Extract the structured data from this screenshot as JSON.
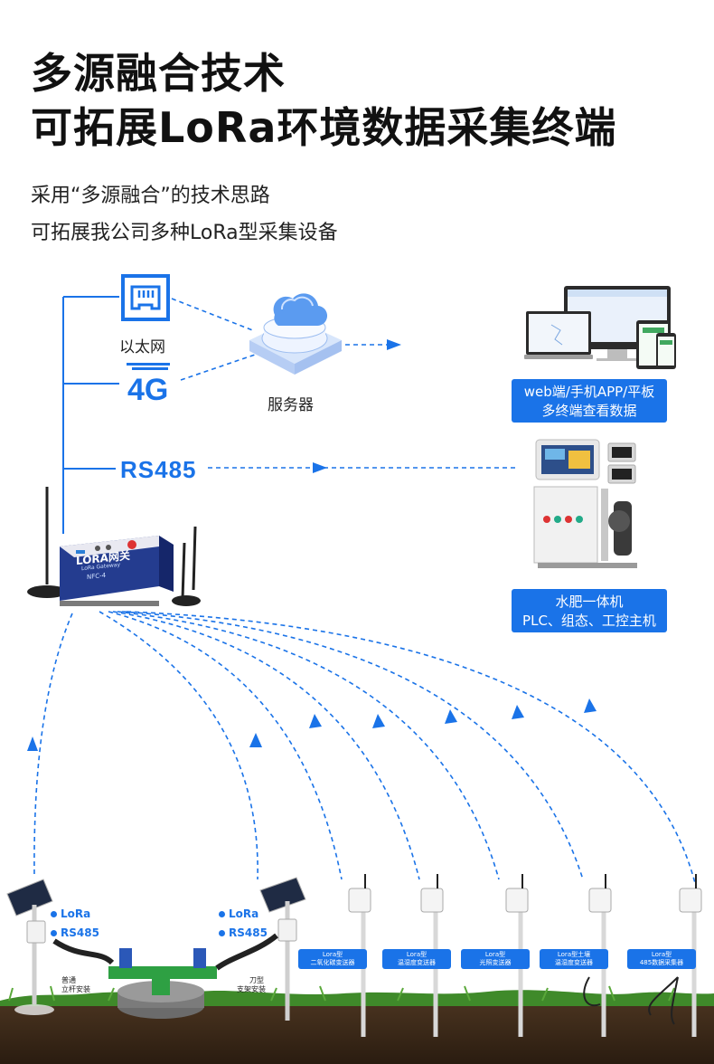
{
  "title": {
    "line1": "多源融合技术",
    "line2": "可拓展LoRa环境数据采集终端"
  },
  "subtitle": {
    "line1": "采用“多源融合”的技术思路",
    "line2": "可拓展我公司多种LoRa型采集设备"
  },
  "network": {
    "ethernet_label": "以太网",
    "cellular_label": "4G",
    "server_label": "服务器",
    "rs485_label": "RS485"
  },
  "outputs": {
    "web_line1": "web端/手机APP/平板",
    "web_line2": "多终端查看数据",
    "plc_line1": "水肥一体机",
    "plc_line2": "PLC、组态、工控主机"
  },
  "gateway": {
    "title": "LORA网关",
    "subtitle": "LoRa Gateway",
    "model": "NFC-4"
  },
  "field": {
    "lora_label": "LoRa",
    "rs485_label": "RS485",
    "pole_left_line1": "普通",
    "pole_left_line2": "立杆安装",
    "pole_right_line1": "刀型",
    "pole_right_line2": "支架安装",
    "sensors": [
      {
        "line1": "Lora型",
        "line2": "二氧化碳变送器"
      },
      {
        "line1": "Lora型",
        "line2": "温湿度变送器"
      },
      {
        "line1": "Lora型",
        "line2": "光照变送器"
      },
      {
        "line1": "Lora型土壤",
        "line2": "温湿度变送器"
      },
      {
        "line1": "Lora型",
        "line2": "485数据采集器"
      }
    ]
  },
  "colors": {
    "accent": "#1a73e8",
    "text": "#111111",
    "grass": "#3f8a2a",
    "soil": "#3a2818"
  }
}
